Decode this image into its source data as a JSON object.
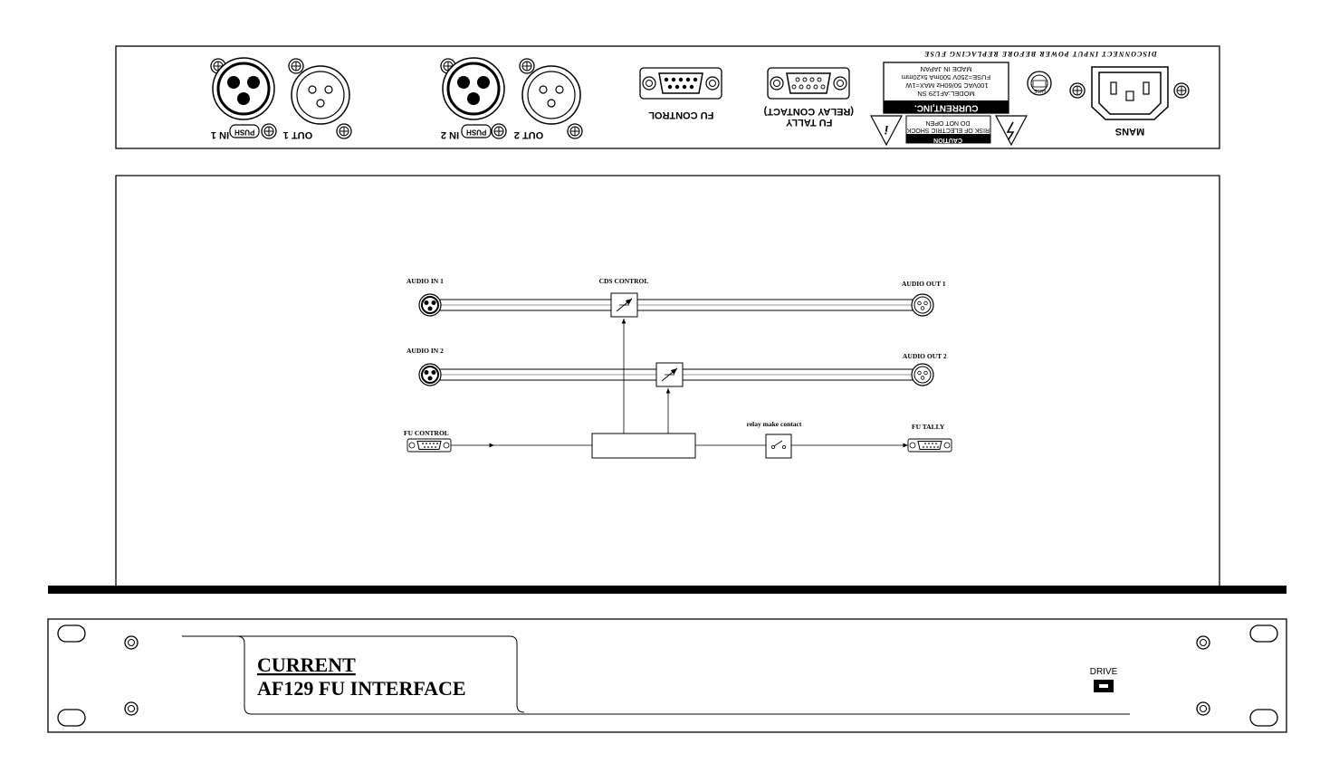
{
  "rear_panel": {
    "in1": "IN 1",
    "out1": "OUT 1",
    "in2": "IN 2",
    "out2": "OUT 2",
    "push": "PUSH",
    "fu_control": "FU CONTROL",
    "fu_tally_line1": "FU TALLY",
    "fu_tally_line2": "(RELAY CONTACT)",
    "maker": "CURRENT,INC.",
    "model": "MODEL:AF129 SN",
    "power_spec": "100VAC 50/60Hz MAX=1W",
    "fuse_spec": "FUSE=250V 500mA 5x20mm",
    "origin": "MADE IN JAPAN",
    "caution_title": "CAUTION",
    "caution_line1": "RISK OF ELECTRIC SHOCK",
    "caution_line2": "DO NOT OPEN",
    "fuse_label": "FUSE",
    "mains": "MANS",
    "warning": "DISCONNECT INPUT POWER BEFORE REPLACING FUSE"
  },
  "diagram": {
    "audio_in_1": "AUDIO IN 1",
    "audio_in_2": "AUDIO IN 2",
    "cds_control": "CDS CONTROL",
    "audio_out_1": "AUDIO OUT 1",
    "audio_out_2": "AUDIO OUT 2",
    "fu_control": "FU CONTROL",
    "relay": "relay make contact",
    "fu_tally": "FU TALLY"
  },
  "front_panel": {
    "brand": "CURRENT",
    "product": "AF129 FU INTERFACE",
    "drive": "DRIVE"
  }
}
